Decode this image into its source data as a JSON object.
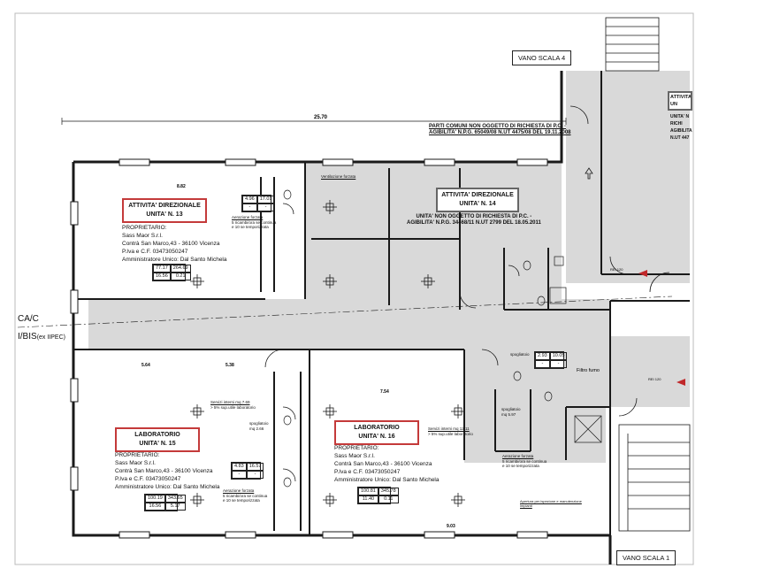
{
  "stairs": {
    "top": "VANO SCALA 4",
    "bottom": "VANO SCALA 1"
  },
  "side_labels": {
    "line1": "CA/C",
    "line2": "I/BIS",
    "line2_suffix": "(ex IIPEC)"
  },
  "common_parts": {
    "line1": "PARTI COMUNI NON OGGETTO DI RICHIESTA DI P.C. -",
    "line2": "AGIBILITA' N.P.G. 65049/08 N.UT 4475/08 DEL 19.11.2008"
  },
  "right_box": {
    "line1": "ATTIVITA'",
    "line2": "UN",
    "line3": "UNITA' N",
    "line4": "RICHI",
    "line5": "AGIBILITA",
    "line6": "N.UT 447"
  },
  "units": {
    "u13": {
      "title1": "ATTIVITA' DIREZIONALE",
      "title2": "UNITA' N. 13",
      "owner_label": "PROPRIETARIO:",
      "owner_name": "Sass Maor S.r.l.",
      "owner_address": "Contrà San Marco,43 - 36100 Vicenza",
      "owner_vat": "P.Iva e C.F. 03473050247",
      "owner_admin": "Amministratore Unico: Dal Santo Michela",
      "table": [
        "77.17",
        "264.69",
        "16.56",
        "0.21"
      ],
      "small_table": [
        "4.96",
        "17.01",
        "-",
        "-"
      ],
      "note1": "Aerazione forzata",
      "note2": "5 ricambi/ora se continua",
      "note3": "e 10 se temporizzata"
    },
    "u14": {
      "title1": "ATTIVITA' DIREZIONALE",
      "title2": "UNITA' N. 14",
      "sub1": "UNITA' NON OGGETTO DI RICHIESTA DI P.C. -",
      "sub2": "AGIBILITA' N.P.G. 34468/11 N.UT 2799 DEL 18.05.2011",
      "vent_note": "Ventilazione forzata"
    },
    "u15": {
      "title1": "LABORATORIO",
      "title2": "UNITA' N. 15",
      "owner_label": "PROPRIETARIO:",
      "owner_name": "Sass Maor S.r.l.",
      "owner_address": "Contrà San Marco,43 - 36100 Vicenza",
      "owner_vat": "P.Iva e C.F. 03473050247",
      "owner_admin": "Amministratore Unico: Dal Santo Michela",
      "table": [
        "100.19",
        "343.65",
        "16.56",
        "5.17"
      ],
      "small_table": [
        "4.83",
        "16.57",
        "-",
        "-"
      ],
      "services_note1": "Servizi interni mq 7.69",
      "services_note2": "> 5% sup.utile laboratorio",
      "locker": "spogliatoio",
      "locker_area": "mq 2.66",
      "note1": "Aerazione forzata",
      "note2": "5 ricambi/ora se continua",
      "note3": "e 10 se temporizzata"
    },
    "u16": {
      "title1": "LABORATORIO",
      "title2": "UNITA' N. 16",
      "owner_label": "PROPRIETARIO:",
      "owner_name": "Sass Maor S.r.l.",
      "owner_address": "Contrà San Marco,43 - 36100 Vicenza",
      "owner_vat": "P.Iva e C.F. 03473050247",
      "owner_admin": "Amministratore Unico: Dal Santo Michela",
      "table": [
        "100.81",
        "345.78",
        "11.40",
        "0.11"
      ],
      "small_table": [
        "2.93",
        "10.05",
        "-",
        "-"
      ],
      "services_note1": "Servizi interni mq 12.11",
      "services_note2": "> 5% sup.utile laboratorio",
      "locker": "spogliatoio",
      "locker_area": "mq 5.97",
      "locker_top": "spogliatoio",
      "note1": "Aerazione forzata",
      "note2": "5 ricambi/ora se continua",
      "note3": "e 10 se temporizzata",
      "opening_note": "Apertura per ispezione e manutenzione impianti"
    }
  },
  "misc": {
    "filter": "Filtro fumo",
    "rei_1": "REI 120",
    "rei_2": "REI 120"
  },
  "dimensions": {
    "overall": "25.70",
    "u13_width": "8.82",
    "u15_a": "5.64",
    "u15_b": "5.38",
    "u16_width": "7.54",
    "u16_bottom": "9.03"
  },
  "colors": {
    "shaded": "#d9d9d9",
    "wall": "#1a1a1a",
    "title_border": "#c43a3a",
    "arrow": "#c0282a"
  }
}
